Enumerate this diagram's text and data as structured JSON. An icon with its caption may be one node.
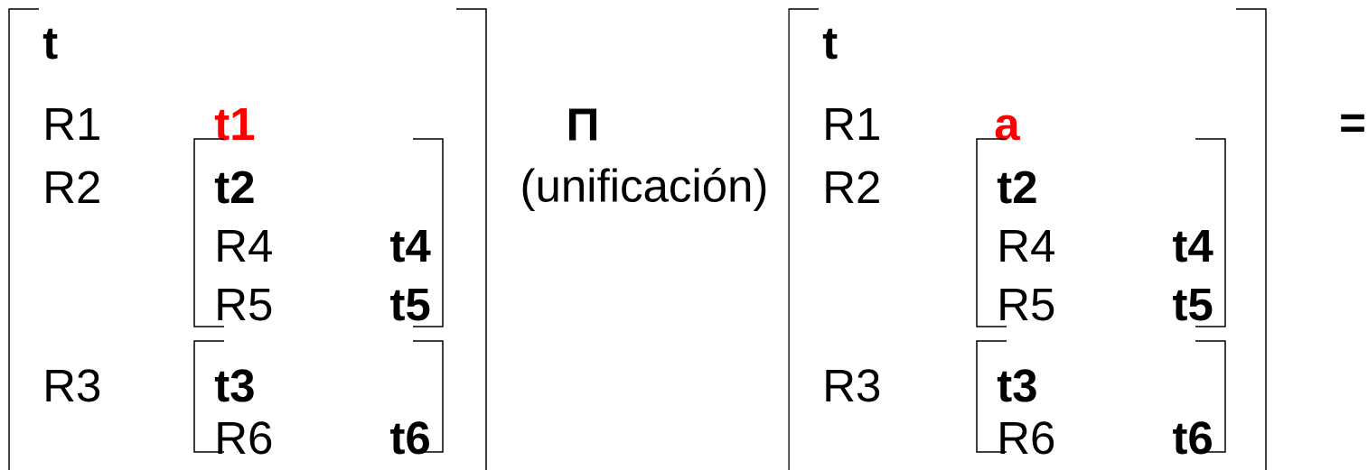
{
  "diagram": {
    "nodes": [
      {
        "text": [
          "t",
          "R1",
          "t1",
          "R2",
          "R3"
        ]
      },
      {
        "text": [
          "t2",
          "R4",
          "t4",
          "R5",
          "t5"
        ],
        "in": 0
      },
      {
        "text": [
          "t3",
          "R6",
          "t6"
        ],
        "in": 0
      },
      {
        "text": [
          "t",
          "R1",
          "a",
          "R2",
          "R3"
        ]
      },
      {
        "text": [
          "t2",
          "R4",
          "t4",
          "R5",
          "t5"
        ],
        "in": 3
      },
      {
        "text": [
          "t3",
          "R6",
          "t6"
        ],
        "in": 3
      }
    ],
    "labels": [
      "Π",
      "(unificación)",
      "="
    ]
  }
}
